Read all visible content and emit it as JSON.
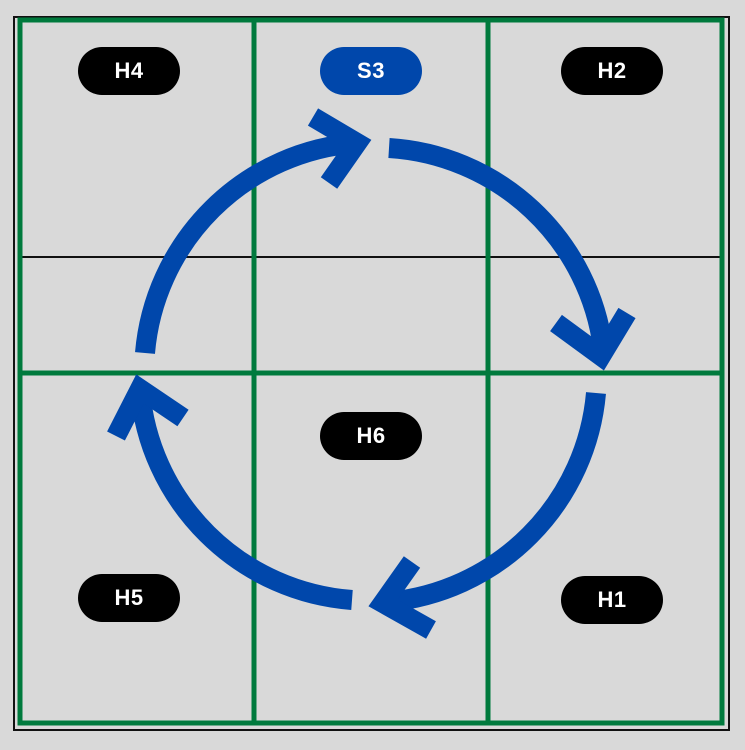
{
  "colors": {
    "background": "#d9d9d9",
    "grid_line": "#007a3d",
    "divider_line": "#111111",
    "arrow": "#0047ab",
    "label_default": "#000000",
    "label_highlight": "#0047ab",
    "label_text": "#ffffff"
  },
  "cells": {
    "top_left": "H4",
    "top_center": "S3",
    "top_right": "H2",
    "middle_center": "H6",
    "bottom_left": "H5",
    "bottom_right": "H1"
  },
  "highlighted_cell": "top_center",
  "cycle": {
    "direction": "clockwise",
    "arrow_count": 4,
    "icon": "circular-arrows-icon"
  }
}
